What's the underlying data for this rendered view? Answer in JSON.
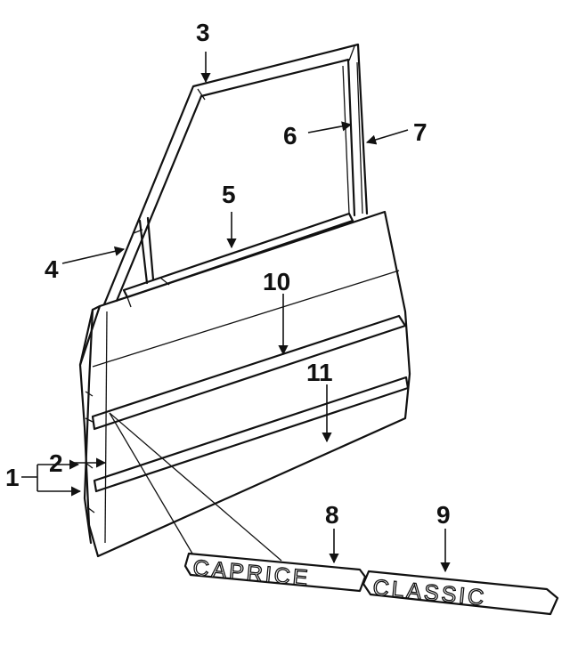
{
  "callouts": {
    "c1": "1",
    "c2": "2",
    "c3": "3",
    "c4": "4",
    "c5": "5",
    "c6": "6",
    "c7": "7",
    "c8": "8",
    "c9": "9",
    "c10": "10",
    "c11": "11"
  },
  "emblems": {
    "caprice": "CAPRICE",
    "classic": "CLASSIC"
  }
}
